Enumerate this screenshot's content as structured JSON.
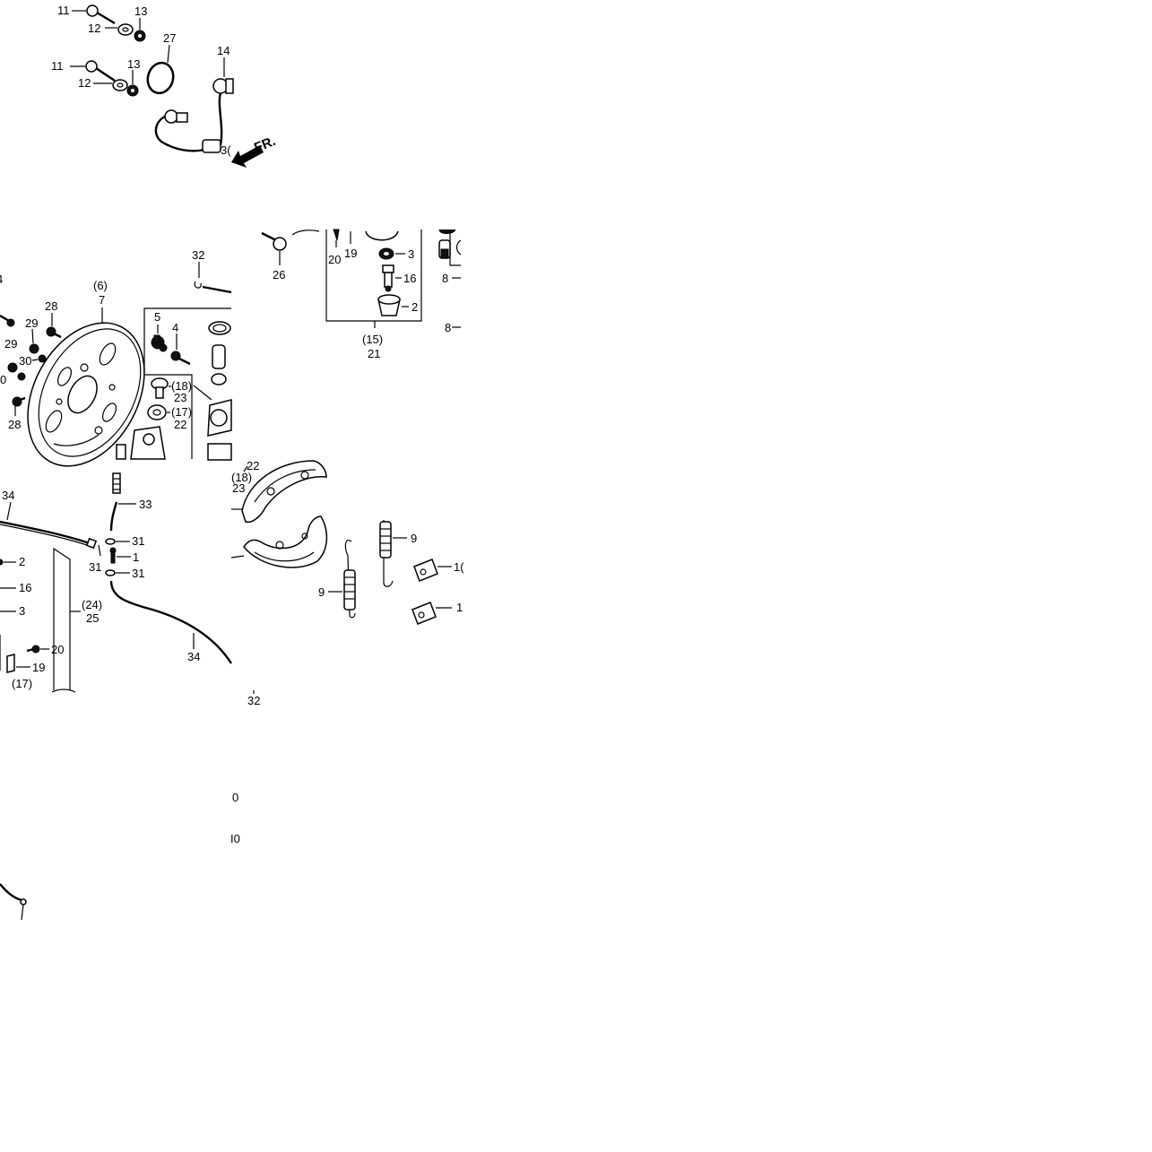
{
  "diagram": {
    "arrow_label": "FR.",
    "panels": [
      {
        "id": "top-left",
        "labels": [
          {
            "text": "11"
          },
          {
            "text": "12"
          },
          {
            "text": "13"
          },
          {
            "text": "27"
          },
          {
            "text": "14"
          },
          {
            "text": "11"
          },
          {
            "text": "12"
          },
          {
            "text": "13"
          },
          {
            "text": "3("
          }
        ]
      },
      {
        "id": "middle-left",
        "labels": [
          {
            "text": "32"
          },
          {
            "text": "(6)"
          },
          {
            "text": "7"
          },
          {
            "text": "28"
          },
          {
            "text": "29"
          },
          {
            "text": "29"
          },
          {
            "text": "30"
          },
          {
            "text": "0"
          },
          {
            "text": "28"
          },
          {
            "text": "4"
          },
          {
            "text": "5"
          },
          {
            "text": "4"
          },
          {
            "text": "(18)"
          },
          {
            "text": "23"
          },
          {
            "text": "(17)"
          },
          {
            "text": "22"
          }
        ]
      },
      {
        "id": "middle-right",
        "labels": [
          {
            "text": "26"
          },
          {
            "text": "20"
          },
          {
            "text": "19"
          },
          {
            "text": "3"
          },
          {
            "text": "16"
          },
          {
            "text": "2"
          },
          {
            "text": "(15)"
          },
          {
            "text": "21"
          },
          {
            "text": "8"
          },
          {
            "text": "8"
          }
        ]
      },
      {
        "id": "bottom-left",
        "labels": [
          {
            "text": "34"
          },
          {
            "text": "2"
          },
          {
            "text": "16"
          },
          {
            "text": "3"
          },
          {
            "text": "33"
          },
          {
            "text": "31"
          },
          {
            "text": "31"
          },
          {
            "text": "1"
          },
          {
            "text": "31"
          },
          {
            "text": "(24)"
          },
          {
            "text": "25"
          },
          {
            "text": "20"
          },
          {
            "text": "19"
          },
          {
            "text": "(17)"
          },
          {
            "text": "34"
          }
        ]
      },
      {
        "id": "bottom-right",
        "labels": [
          {
            "text": "22"
          },
          {
            "text": "(18)"
          },
          {
            "text": "23"
          },
          {
            "text": "9"
          },
          {
            "text": "9"
          },
          {
            "text": "1("
          },
          {
            "text": "1"
          }
        ]
      },
      {
        "id": "lower-fragments",
        "labels": [
          {
            "text": "32"
          },
          {
            "text": "0"
          },
          {
            "text": "I0"
          }
        ]
      }
    ]
  }
}
